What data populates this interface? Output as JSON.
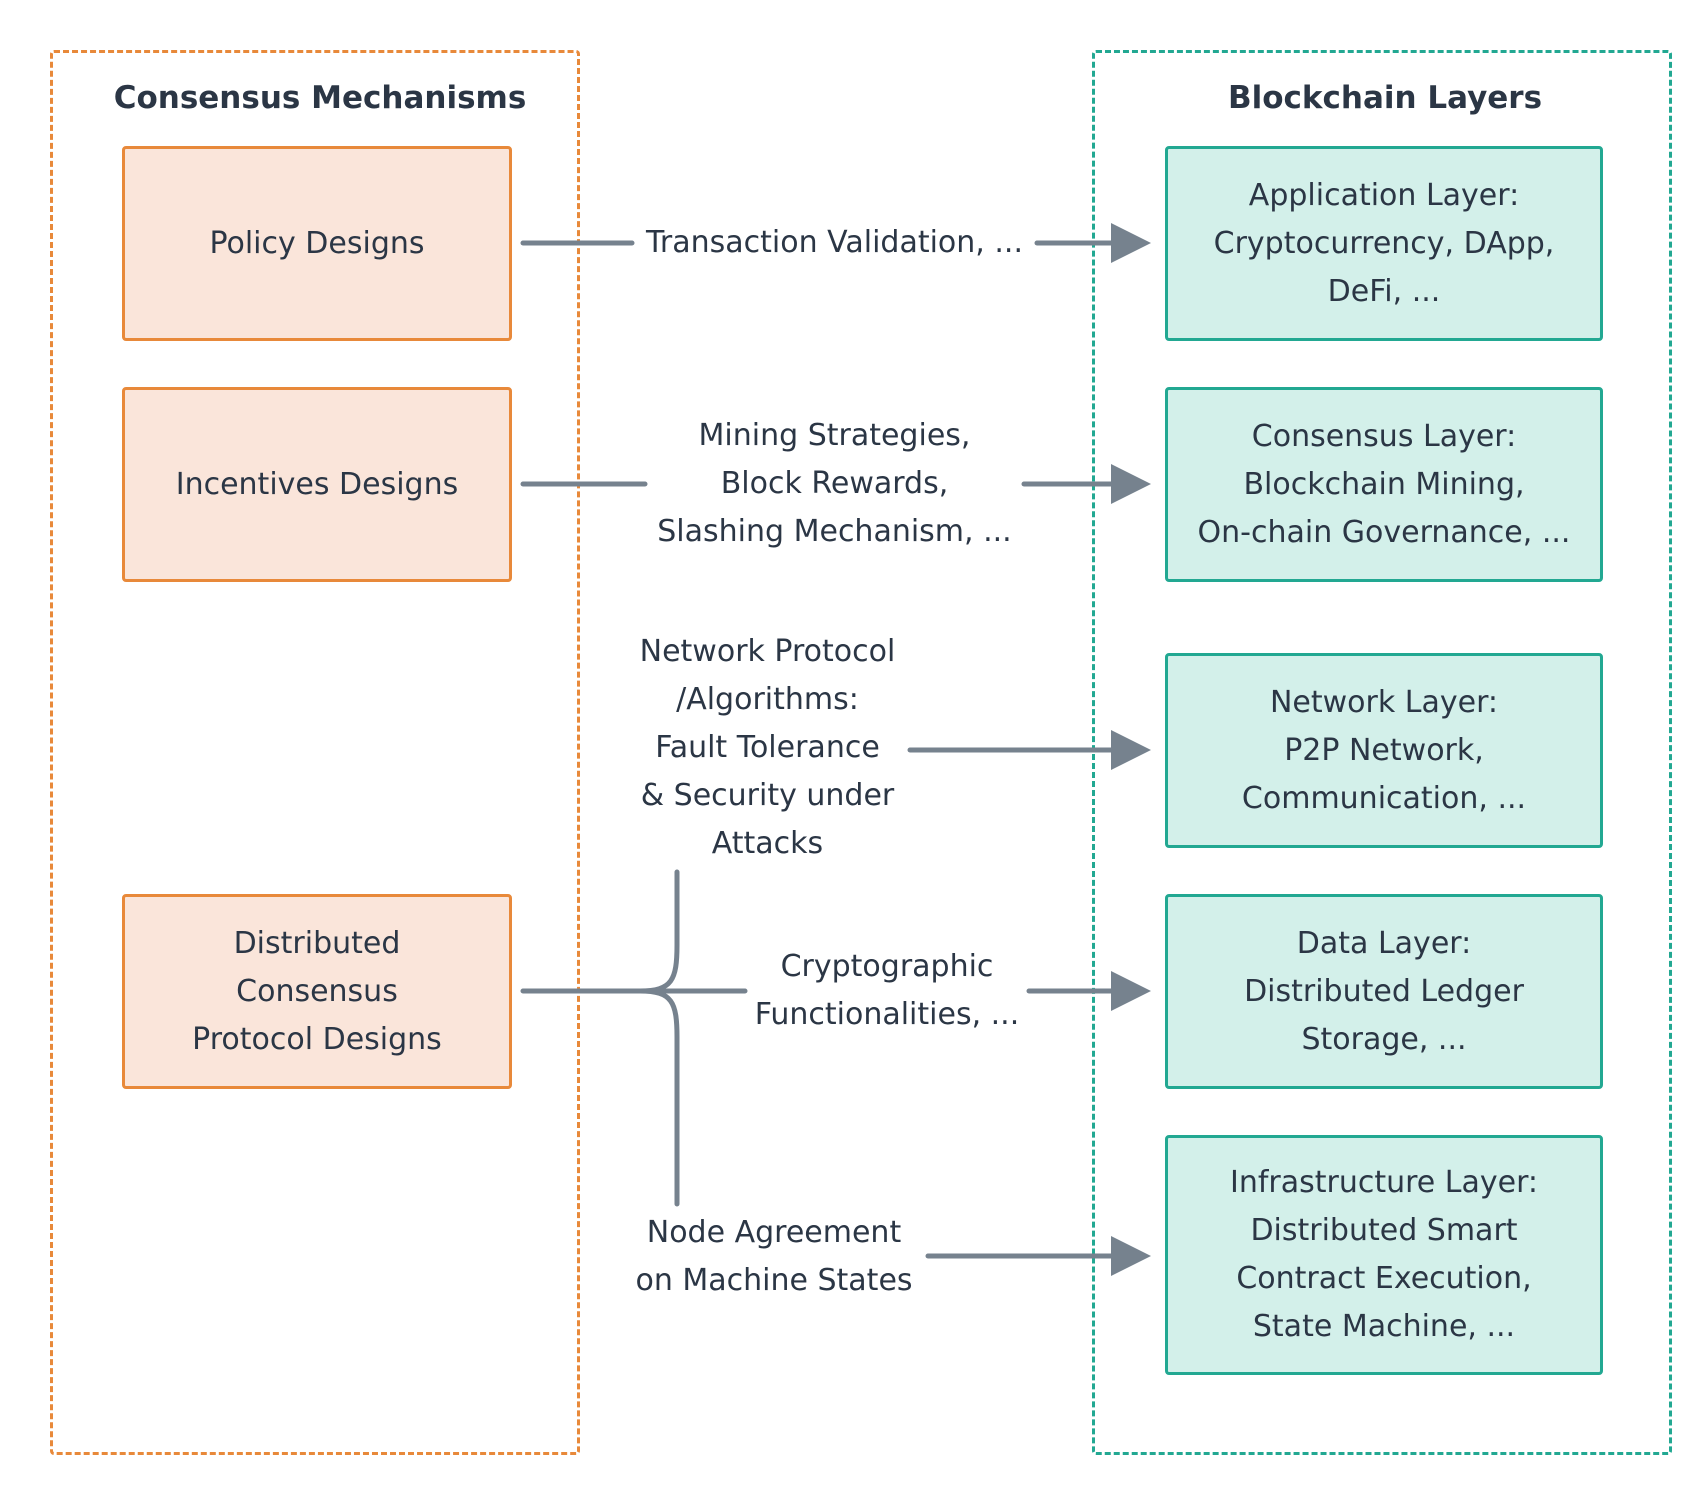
{
  "left_group": {
    "title": "Consensus Mechanisms"
  },
  "right_group": {
    "title": "Blockchain Layers"
  },
  "mechanisms": [
    {
      "label": "Policy Designs"
    },
    {
      "label": "Incentives Designs"
    },
    {
      "label": "Distributed\nConsensus\nProtocol Designs"
    }
  ],
  "layers": [
    {
      "label": "Application Layer:\nCryptocurrency, DApp,\nDeFi, ..."
    },
    {
      "label": "Consensus Layer:\nBlockchain Mining,\nOn-chain Governance, ..."
    },
    {
      "label": "Network Layer:\nP2P Network,\nCommunication, ..."
    },
    {
      "label": "Data Layer:\nDistributed Ledger\nStorage, ..."
    },
    {
      "label": "Infrastructure Layer:\nDistributed Smart\nContract Execution,\nState Machine, ..."
    }
  ],
  "edges": [
    {
      "label": "Transaction Validation, ..."
    },
    {
      "label": "Mining Strategies,\nBlock Rewards,\nSlashing Mechanism, ..."
    },
    {
      "label": "Network Protocol\n/Algorithms:\nFault Tolerance\n& Security under\nAttacks"
    },
    {
      "label": "Cryptographic\nFunctionalities, ..."
    },
    {
      "label": "Node Agreement\non  Machine States"
    }
  ],
  "colors": {
    "mechanism_border": "#e8893a",
    "mechanism_fill": "#fae5da",
    "layer_border": "#22a892",
    "layer_fill": "#d3f0ea",
    "connector": "#76828e",
    "text": "#2b3645"
  }
}
